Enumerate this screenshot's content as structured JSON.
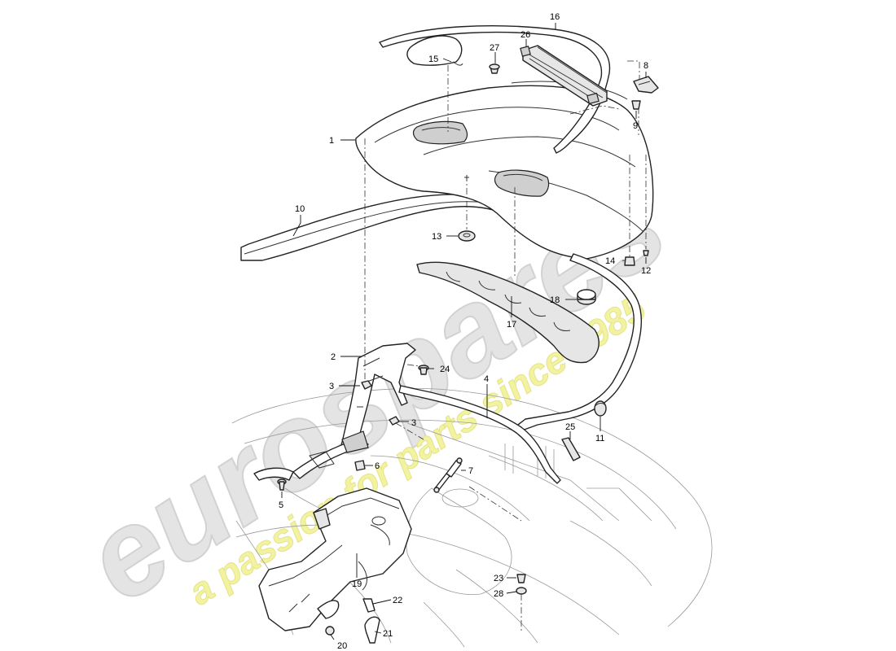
{
  "watermark": {
    "brand": "eurospares",
    "tagline": "a passion for parts since 1985"
  },
  "callouts": [
    {
      "num": "1"
    },
    {
      "num": "2"
    },
    {
      "num": "3"
    },
    {
      "num": "3"
    },
    {
      "num": "4"
    },
    {
      "num": "5"
    },
    {
      "num": "6"
    },
    {
      "num": "7"
    },
    {
      "num": "8"
    },
    {
      "num": "9"
    },
    {
      "num": "10"
    },
    {
      "num": "11"
    },
    {
      "num": "12"
    },
    {
      "num": "13"
    },
    {
      "num": "14"
    },
    {
      "num": "15"
    },
    {
      "num": "16"
    },
    {
      "num": "17"
    },
    {
      "num": "18"
    },
    {
      "num": "19"
    },
    {
      "num": "20"
    },
    {
      "num": "21"
    },
    {
      "num": "22"
    },
    {
      "num": "23"
    },
    {
      "num": "24"
    },
    {
      "num": "25"
    },
    {
      "num": "26"
    },
    {
      "num": "27"
    },
    {
      "num": "28"
    }
  ]
}
